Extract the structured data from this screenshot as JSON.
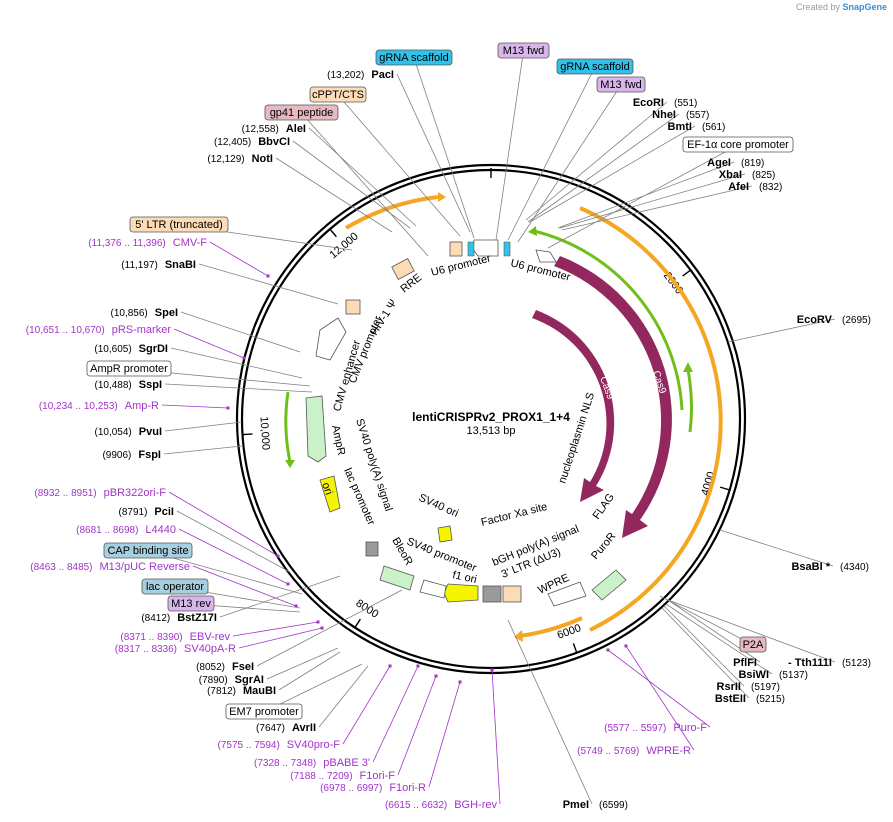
{
  "credit": {
    "prefix": "Created by",
    "brand": "SnapGene"
  },
  "plasmid": {
    "name": "lentiCRISPRv2_PROX1_1+4",
    "size": "13,513 bp",
    "length": 13513
  },
  "colors": {
    "orange": "#f5a623",
    "green": "#6fbf1a",
    "cas9": "#93285e",
    "lightgreen": "#c9f2c9",
    "yellow": "#f5f500",
    "peach": "#fcdcb7",
    "cyan": "#31c1ea",
    "purple": "#a233c9",
    "gray": "#9a9a9a",
    "pink": "#e7b9c3"
  },
  "ticks": [
    {
      "label": "2000",
      "pos": 2000
    },
    {
      "label": "4000",
      "pos": 4000
    },
    {
      "label": "6000",
      "pos": 6000
    },
    {
      "label": "8000",
      "pos": 8000
    },
    {
      "label": "10,000",
      "pos": 10000
    },
    {
      "label": "12,000",
      "pos": 12000
    }
  ],
  "labels": [
    {
      "name": "PacI",
      "pos": "(13,202)",
      "type": "enzyme"
    },
    {
      "name": "cPPT/CTS",
      "type": "box",
      "fill": "#fcdcb7"
    },
    {
      "name": "gp41 peptide",
      "type": "box",
      "fill": "#e7b9c3"
    },
    {
      "name": "AleI",
      "pos": "(12,558)",
      "type": "enzyme"
    },
    {
      "name": "BbvCI",
      "pos": "(12,405)",
      "type": "enzyme"
    },
    {
      "name": "NotI",
      "pos": "(12,129)",
      "type": "enzyme"
    },
    {
      "name": "5' LTR (truncated)",
      "type": "box",
      "fill": "#fcdcb7"
    },
    {
      "name": "CMV-F",
      "pos": "(11,376 .. 11,396)",
      "type": "primer"
    },
    {
      "name": "SnaBI",
      "pos": "(11,197)",
      "type": "enzyme"
    },
    {
      "name": "SpeI",
      "pos": "(10,856)",
      "type": "enzyme"
    },
    {
      "name": "pRS-marker",
      "pos": "(10,651 .. 10,670)",
      "type": "primer"
    },
    {
      "name": "SgrDI",
      "pos": "(10,605)",
      "type": "enzyme"
    },
    {
      "name": "AmpR promoter",
      "type": "box",
      "fill": "#ffffff"
    },
    {
      "name": "SspI",
      "pos": "(10,488)",
      "type": "enzyme"
    },
    {
      "name": "Amp-R",
      "pos": "(10,234 .. 10,253)",
      "type": "primer"
    },
    {
      "name": "PvuI",
      "pos": "(10,054)",
      "type": "enzyme"
    },
    {
      "name": "FspI",
      "pos": "(9906)",
      "type": "enzyme"
    },
    {
      "name": "pBR322ori-F",
      "pos": "(8932 .. 8951)",
      "type": "primer"
    },
    {
      "name": "PciI",
      "pos": "(8791)",
      "type": "enzyme"
    },
    {
      "name": "L4440",
      "pos": "(8681 .. 8698)",
      "type": "primer"
    },
    {
      "name": "CAP binding site",
      "type": "box",
      "fill": "#a6cfe0"
    },
    {
      "name": "M13/pUC Reverse",
      "pos": "(8463 .. 8485)",
      "type": "primer"
    },
    {
      "name": "lac operator",
      "type": "box",
      "fill": "#a6cfe0"
    },
    {
      "name": "M13 rev",
      "type": "box",
      "fill": "#d8b6ec"
    },
    {
      "name": "BstZ17I",
      "pos": "(8412)",
      "type": "enzyme"
    },
    {
      "name": "EBV-rev",
      "pos": "(8371 .. 8390)",
      "type": "primer"
    },
    {
      "name": "SV40pA-R",
      "pos": "(8317 .. 8336)",
      "type": "primer"
    },
    {
      "name": "FseI",
      "pos": "(8052)",
      "type": "enzyme"
    },
    {
      "name": "SgrAI",
      "pos": "(7890)",
      "type": "enzyme"
    },
    {
      "name": "MauBI",
      "pos": "(7812)",
      "type": "enzyme"
    },
    {
      "name": "EM7 promoter",
      "type": "box",
      "fill": "#ffffff"
    },
    {
      "name": "AvrII",
      "pos": "(7647)",
      "type": "enzyme"
    },
    {
      "name": "SV40pro-F",
      "pos": "(7575 .. 7594)",
      "type": "primer"
    },
    {
      "name": "pBABE 3'",
      "pos": "(7328 .. 7348)",
      "type": "primer"
    },
    {
      "name": "F1ori-F",
      "pos": "(7188 .. 7209)",
      "type": "primer"
    },
    {
      "name": "F1ori-R",
      "pos": "(6978 .. 6997)",
      "type": "primer"
    },
    {
      "name": "BGH-rev",
      "pos": "(6615 .. 6632)",
      "type": "primer"
    },
    {
      "name": "PmeI",
      "pos": "(6599)",
      "type": "enzyme"
    },
    {
      "name": "gRNA scaffold",
      "type": "box",
      "fill": "#31c1ea"
    },
    {
      "name": "M13 fwd",
      "type": "box",
      "fill": "#d8b6ec"
    },
    {
      "name": "gRNA scaffold",
      "type": "box",
      "fill": "#31c1ea"
    },
    {
      "name": "M13 fwd",
      "type": "box",
      "fill": "#d8b6ec"
    },
    {
      "name": "EcoRI",
      "pos": "(551)",
      "type": "enzyme"
    },
    {
      "name": "NheI",
      "pos": "(557)",
      "type": "enzyme"
    },
    {
      "name": "BmtI",
      "pos": "(561)",
      "type": "enzyme"
    },
    {
      "name": "EF-1α core promoter",
      "type": "box",
      "fill": "#ffffff"
    },
    {
      "name": "AgeI",
      "pos": "(819)",
      "type": "enzyme"
    },
    {
      "name": "XbaI",
      "pos": "(825)",
      "type": "enzyme"
    },
    {
      "name": "AfeI",
      "pos": "(832)",
      "type": "enzyme"
    },
    {
      "name": "EcoRV",
      "pos": "(2695)",
      "type": "enzyme"
    },
    {
      "name": "BsaBI *",
      "pos": "(4340)",
      "type": "enzyme"
    },
    {
      "name": "P2A",
      "type": "box",
      "fill": "#e7b9c3"
    },
    {
      "name": "PflFI",
      "type": "enzyme"
    },
    {
      "name": "- Tth111I",
      "pos": "(5123)",
      "type": "enzyme"
    },
    {
      "name": "BsiWI",
      "pos": "(5137)",
      "type": "enzyme"
    },
    {
      "name": "RsrII",
      "pos": "(5197)",
      "type": "enzyme"
    },
    {
      "name": "BstEII",
      "pos": "(5215)",
      "type": "enzyme"
    },
    {
      "name": "Puro-F",
      "pos": "(5577 .. 5597)",
      "type": "primer"
    },
    {
      "name": "WPRE-R",
      "pos": "(5749 .. 5769)",
      "type": "primer"
    }
  ],
  "features": [
    {
      "name": "Cas9",
      "type": "arrow"
    },
    {
      "name": "Cas9",
      "type": "arrow"
    },
    {
      "name": "nucleoplasmin NLS",
      "type": "text"
    },
    {
      "name": "FLAG",
      "type": "text"
    },
    {
      "name": "PuroR",
      "type": "text"
    },
    {
      "name": "WPRE",
      "type": "text"
    },
    {
      "name": "3' LTR (ΔU3)",
      "type": "text"
    },
    {
      "name": "bGH poly(A) signal",
      "type": "text"
    },
    {
      "name": "Factor Xa site",
      "type": "text"
    },
    {
      "name": "f1 ori",
      "type": "text"
    },
    {
      "name": "SV40 promoter",
      "type": "text"
    },
    {
      "name": "SV40 ori",
      "type": "text"
    },
    {
      "name": "BleoR",
      "type": "text"
    },
    {
      "name": "lac promoter",
      "type": "text"
    },
    {
      "name": "SV40 poly(A) signal",
      "type": "text"
    },
    {
      "name": "ori",
      "type": "text"
    },
    {
      "name": "AmpR",
      "type": "text"
    },
    {
      "name": "CMV enhancer",
      "type": "text"
    },
    {
      "name": "CMV promoter",
      "type": "text"
    },
    {
      "name": "HIV-1 Ψ",
      "type": "text"
    },
    {
      "name": "RRE",
      "type": "text"
    },
    {
      "name": "U6 promoter",
      "type": "text"
    },
    {
      "name": "U6 promoter",
      "type": "text"
    }
  ]
}
